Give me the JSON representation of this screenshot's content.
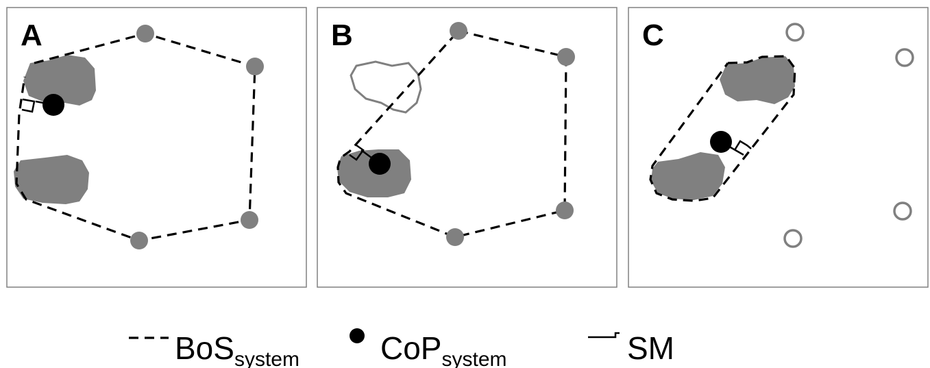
{
  "panels": [
    {
      "label": "A"
    },
    {
      "label": "B"
    },
    {
      "label": "C"
    }
  ],
  "legend": {
    "bos": {
      "main": "BoS",
      "sub": "system"
    },
    "cop": {
      "main": "CoP",
      "sub": "system"
    },
    "sm": {
      "main": "SM"
    }
  },
  "colors": {
    "foot": "#808080",
    "marker": "#808080",
    "cop": "#000000",
    "frame": "#808080",
    "background": "#ffffff"
  }
}
